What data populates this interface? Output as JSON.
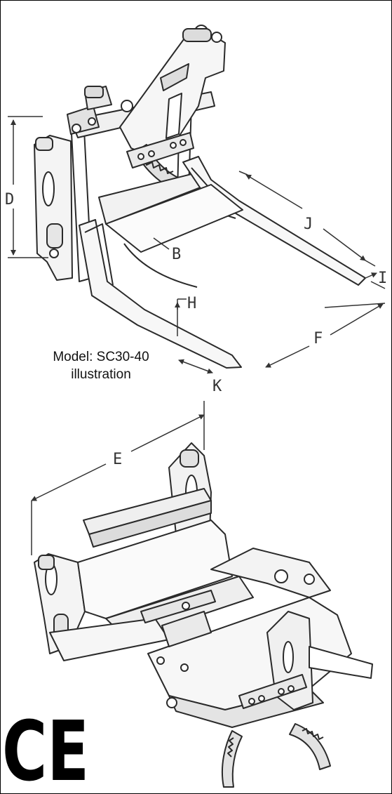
{
  "caption": {
    "line1": "Model: SC30-40",
    "line2": "illustration"
  },
  "dimensions": {
    "D": "D",
    "B": "B",
    "J": "J",
    "I": "I",
    "H": "H",
    "F": "F",
    "K": "K",
    "E": "E"
  },
  "mark": {
    "label": "CE"
  },
  "colors": {
    "line": "#2a2a2a",
    "shade": "#cfcfcf",
    "background": "#ffffff"
  }
}
